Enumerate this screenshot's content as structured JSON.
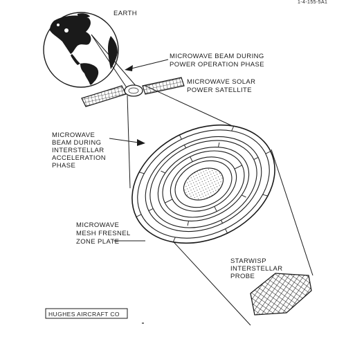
{
  "corner_code": "1-4-155-5A1",
  "labels": {
    "earth": "EARTH",
    "beam_power": [
      "MICROWAVE BEAM DURING",
      "POWER OPERATION PHASE"
    ],
    "satellite": [
      "MICROWAVE SOLAR",
      "POWER SATELLITE"
    ],
    "beam_accel": [
      "MICROWAVE",
      "BEAM DURING",
      "INTERSTELLAR",
      "ACCELERATION",
      "PHASE"
    ],
    "zone_plate": [
      "MICROWAVE",
      "MESH FRESNEL",
      "ZONE PLATE"
    ],
    "probe": [
      "STARWISP",
      "INTERSTELLAR",
      "PROBE"
    ]
  },
  "credit": "HUGHES AIRCRAFT CO"
}
